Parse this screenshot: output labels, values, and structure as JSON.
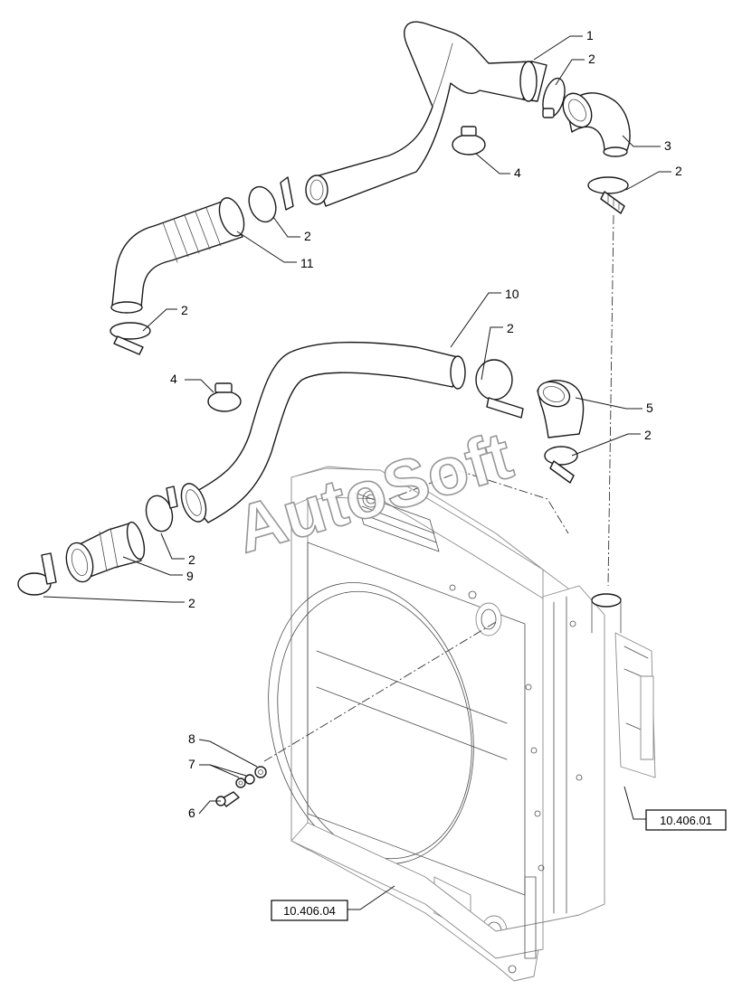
{
  "diagram": {
    "callouts": {
      "c1": "1",
      "c2a": "2",
      "c2b": "2",
      "c2c": "2",
      "c2d": "2",
      "c2e": "2",
      "c2f": "2",
      "c2g": "2",
      "c2h": "2",
      "c3": "3",
      "c4a": "4",
      "c4b": "4",
      "c5": "5",
      "c6": "6",
      "c7": "7",
      "c8": "8",
      "c9": "9",
      "c10": "10",
      "c11": "11"
    },
    "references": {
      "ref_right": "10.406.01",
      "ref_bottom": "10.406.04"
    },
    "watermark": "AutoSoft"
  }
}
